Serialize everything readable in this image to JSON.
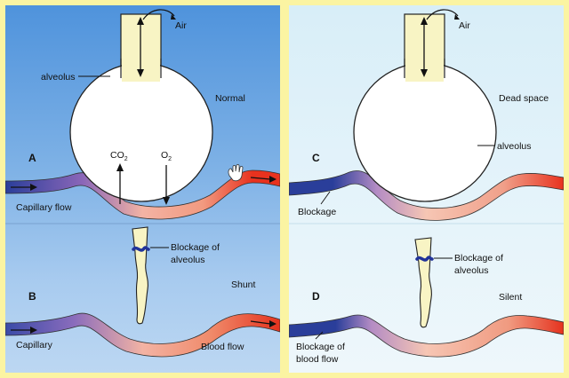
{
  "panels": {
    "left": {
      "A": {
        "letter": "A",
        "air": "Air",
        "alveolus": "alveolus",
        "state": "Normal",
        "co2_main": "CO",
        "co2_sub": "2",
        "o2_main": "O",
        "o2_sub": "2",
        "flow": "Capillary flow"
      },
      "B": {
        "letter": "B",
        "blockage_line1": "Blockage of",
        "blockage_line2": "alveolus",
        "state": "Shunt",
        "left_label": "Capillary",
        "right_label": "Blood flow"
      }
    },
    "right": {
      "C": {
        "letter": "C",
        "air": "Air",
        "state": "Dead space",
        "alveolus": "alveolus",
        "blockage": "Blockage"
      },
      "D": {
        "letter": "D",
        "blockage_line1": "Blockage of",
        "blockage_line2": "alveolus",
        "state": "Silent",
        "blockage_line3": "Blockage of",
        "blockage_line4": "blood flow"
      }
    }
  },
  "colors": {
    "frame": "#fbf4a2",
    "left_panel_top": "#4f93dc",
    "right_panel": "#e4f3fa",
    "alveolus_fill": "#ffffff",
    "airway_fill": "#f8f4c4",
    "capillary_blue": "#2a3e9a",
    "capillary_pink": "#f0a8a0",
    "capillary_red": "#e8321e"
  }
}
